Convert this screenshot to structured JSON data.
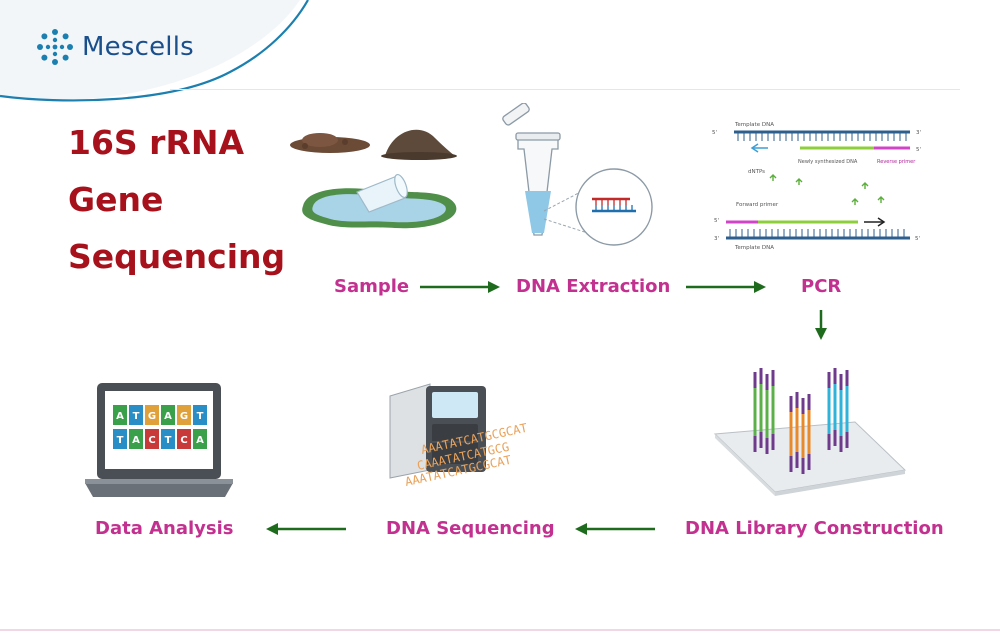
{
  "brand": {
    "name": "Mescells"
  },
  "title": {
    "line1": "16S rRNA",
    "line2": "Gene",
    "line3": "Sequencing"
  },
  "steps": {
    "sample": "Sample",
    "dna_extraction": "DNA Extraction",
    "pcr": "PCR",
    "library": "DNA Library Construction",
    "sequencing": "DNA Sequencing",
    "analysis": "Data Analysis"
  },
  "pcr_figure": {
    "template_dna": "Template DNA",
    "newly_synthesized": "Newly synthesized DNA",
    "reverse_primer": "Reverse primer",
    "dntps": "dNTPs",
    "forward_primer": "Forward primer",
    "five_prime": "5'",
    "three_prime": "3'"
  },
  "sequencer_reads": {
    "read1": "AAATATCATGCGCAT",
    "read2": "CAAATATCATGCG",
    "read3": "AAATATCATGCGCAT"
  },
  "laptop_bases": {
    "top": [
      "A",
      "T",
      "G",
      "A",
      "G",
      "T"
    ],
    "bottom": [
      "T",
      "A",
      "C",
      "T",
      "C",
      "A"
    ]
  },
  "colors": {
    "title": "#a6111c",
    "step_label": "#c2318f",
    "arrow": "#1e6b1e",
    "brand": "#1a4f8b",
    "swoosh": "#1b7fb0"
  }
}
